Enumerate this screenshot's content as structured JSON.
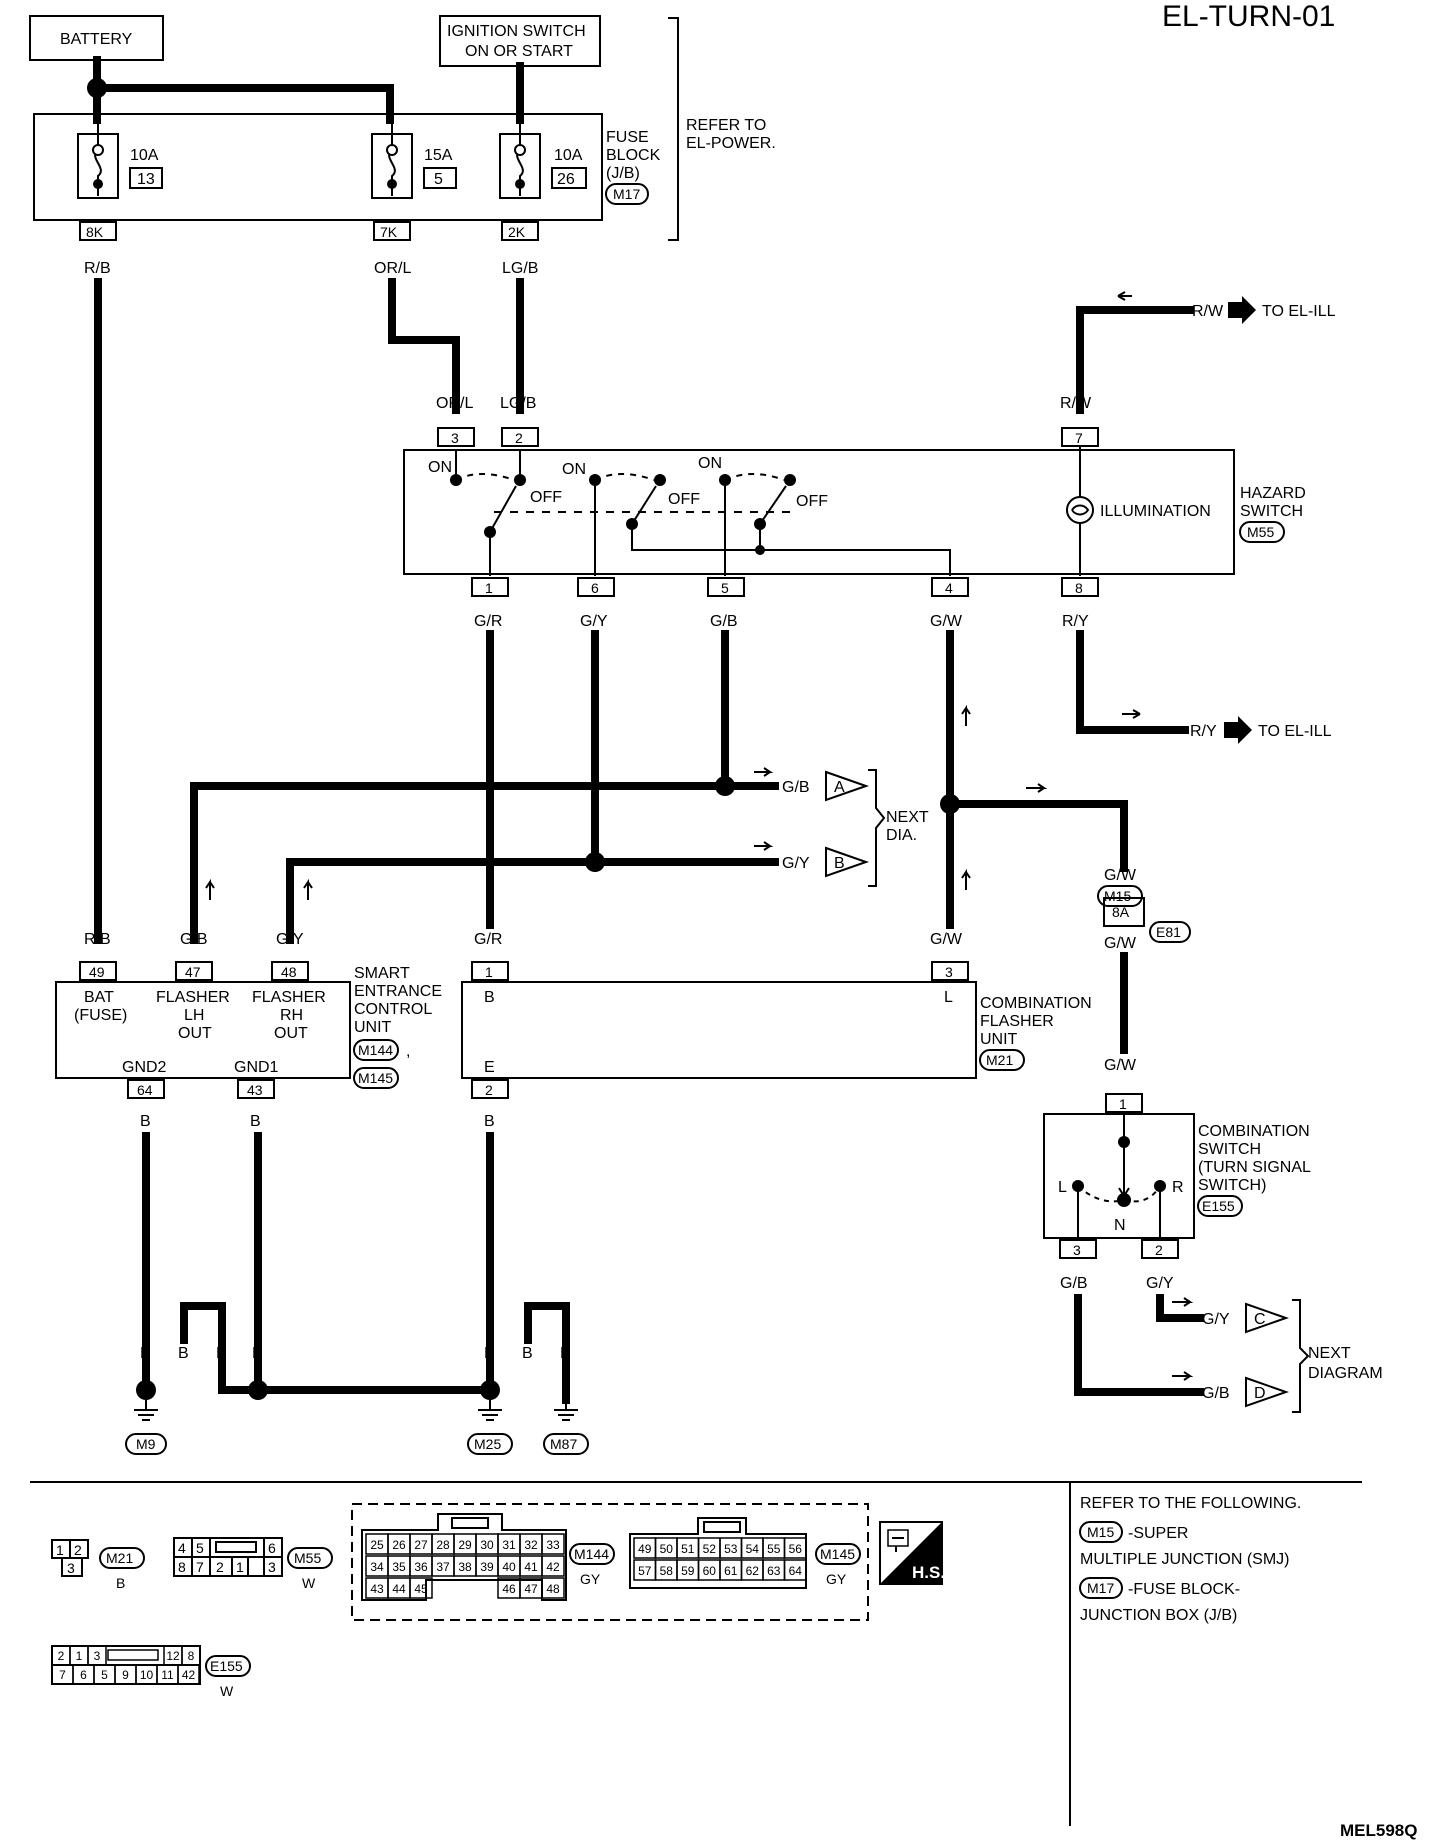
{
  "diagram_id": "EL-TURN-01",
  "figure_code": "MEL598Q",
  "power": {
    "battery": "BATTERY",
    "ignition_line1": "IGNITION SWITCH",
    "ignition_line2": "ON OR START"
  },
  "fuse_block": {
    "line1": "FUSE",
    "line2": "BLOCK",
    "line3": "(J/B)",
    "connector": "M17",
    "refer_line1": "REFER TO",
    "refer_line2": "EL-POWER.",
    "fuses": [
      {
        "amp": "10A",
        "num": "13",
        "terminal": "8K",
        "wire": "R/B"
      },
      {
        "amp": "15A",
        "num": "5",
        "terminal": "7K",
        "wire": "OR/L"
      },
      {
        "amp": "10A",
        "num": "26",
        "terminal": "2K",
        "wire": "LG/B"
      }
    ]
  },
  "hazard_switch": {
    "line1": "HAZARD",
    "line2": "SWITCH",
    "connector": "M55",
    "illumination": "ILLUMINATION",
    "on": "ON",
    "off": "OFF",
    "top_pins": [
      {
        "pin": "3",
        "wire": "OR/L"
      },
      {
        "pin": "2",
        "wire": "LG/B"
      },
      {
        "pin": "7",
        "wire": "R/W"
      }
    ],
    "bottom_pins": [
      {
        "pin": "1",
        "wire": "G/R"
      },
      {
        "pin": "6",
        "wire": "G/Y"
      },
      {
        "pin": "5",
        "wire": "G/B"
      },
      {
        "pin": "4",
        "wire": "G/W"
      },
      {
        "pin": "8",
        "wire": "R/Y"
      }
    ]
  },
  "to_el_ill": {
    "top_wire": "R/W",
    "bottom_wire": "R/Y",
    "text": "TO EL-ILL"
  },
  "next_dia": {
    "line1": "NEXT",
    "line2": "DIA.",
    "a_wire": "G/B",
    "a": "A",
    "b_wire": "G/Y",
    "b": "B"
  },
  "smart_unit": {
    "line1": "SMART",
    "line2": "ENTRANCE",
    "line3": "CONTROL",
    "line4": "UNIT",
    "conn1": "M144",
    "conn2": "M145",
    "top_pins": [
      {
        "pin": "49",
        "wire": "R/B",
        "l1": "BAT",
        "l2": "(FUSE)",
        "l3": ""
      },
      {
        "pin": "47",
        "wire": "G/B",
        "l1": "FLASHER",
        "l2": "LH",
        "l3": "OUT"
      },
      {
        "pin": "48",
        "wire": "G/Y",
        "l1": "FLASHER",
        "l2": "RH",
        "l3": "OUT"
      }
    ],
    "bottom_pins": [
      {
        "pin": "64",
        "wire": "B",
        "label": "GND2"
      },
      {
        "pin": "43",
        "wire": "B",
        "label": "GND1"
      }
    ]
  },
  "flasher_unit": {
    "line1": "COMBINATION",
    "line2": "FLASHER",
    "line3": "UNIT",
    "connector": "M21",
    "pin1": "1",
    "pin1_wire": "G/R",
    "pin1_label": "B",
    "pin3": "3",
    "pin3_wire": "G/W",
    "pin3_label": "L",
    "pin2": "2",
    "pin2_wire": "B",
    "pin2_label": "E"
  },
  "smj": {
    "wire_top": "G/W",
    "pin": "8A",
    "conn_top": "M15",
    "conn_bottom": "E81",
    "wire_bottom": "G/W"
  },
  "comb_switch": {
    "line1": "COMBINATION",
    "line2": "SWITCH",
    "line3": "(TURN SIGNAL",
    "line4": "SWITCH)",
    "connector": "E155",
    "pin1": "1",
    "pin1_wire": "G/W",
    "pin3": "3",
    "pin3_wire": "G/B",
    "pin2": "2",
    "pin2_wire": "G/Y",
    "l": "L",
    "n": "N",
    "r": "R"
  },
  "next_diagram": {
    "line1": "NEXT",
    "line2": "DIAGRAM",
    "c_wire": "G/Y",
    "c": "C",
    "d_wire": "G/B",
    "d": "D"
  },
  "grounds": {
    "wire": "B",
    "g1": "M9",
    "g2": "M25",
    "g3": "M87"
  },
  "connectors_legend": {
    "m21": {
      "id": "M21",
      "color": "B",
      "top": [
        "1",
        "2"
      ],
      "bottom": [
        "3"
      ]
    },
    "m55": {
      "id": "M55",
      "color": "W",
      "top": [
        "4",
        "5",
        "",
        "6"
      ],
      "bottom": [
        "8",
        "7",
        "2",
        "1",
        "3"
      ]
    },
    "m144": {
      "id": "M144",
      "color": "GY",
      "row1": [
        "25",
        "26",
        "27",
        "28",
        "29",
        "30",
        "31",
        "32",
        "33"
      ],
      "row2": [
        "34",
        "35",
        "36",
        "37",
        "38",
        "39",
        "40",
        "41",
        "42"
      ],
      "row3a": [
        "43",
        "44",
        "45"
      ],
      "row3b": [
        "46",
        "47",
        "48"
      ]
    },
    "m145": {
      "id": "M145",
      "color": "GY",
      "row1": [
        "49",
        "50",
        "51",
        "52",
        "53",
        "54",
        "55",
        "56"
      ],
      "row2": [
        "57",
        "58",
        "59",
        "60",
        "61",
        "62",
        "63",
        "64"
      ]
    },
    "e155": {
      "id": "E155",
      "color": "W",
      "row1a": [
        "2",
        "1",
        "3"
      ],
      "row1b": [
        "12",
        "8"
      ],
      "row2": [
        "7",
        "6",
        "5",
        "9",
        "10",
        "11",
        "42"
      ]
    },
    "hs": "H.S."
  },
  "refer_following": {
    "title": "REFER TO THE FOLLOWING.",
    "m15_code": "M15",
    "m15_line1": "-SUPER",
    "m15_line2": "MULTIPLE JUNCTION (SMJ)",
    "m17_code": "M17",
    "m17_line1": "-FUSE BLOCK-",
    "m17_line2": "JUNCTION BOX (J/B)"
  }
}
